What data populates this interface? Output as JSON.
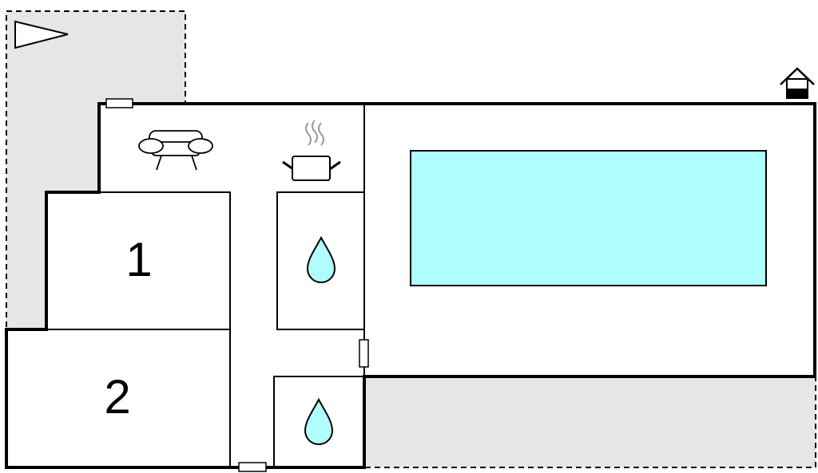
{
  "rooms": [
    {
      "label": "1",
      "kind": "bedroom"
    },
    {
      "label": "2",
      "kind": "bedroom"
    }
  ],
  "icons": [
    {
      "name": "north-arrow-icon"
    },
    {
      "name": "house-icon"
    },
    {
      "name": "sofa-icon"
    },
    {
      "name": "cooking-pot-icon"
    },
    {
      "name": "water-drop-icon"
    },
    {
      "name": "water-drop-icon"
    }
  ],
  "colors": {
    "wall": "#000000",
    "terrace": "#e6e6e6",
    "pool": "#b0fdfe",
    "drop": "#b0fdfe"
  }
}
